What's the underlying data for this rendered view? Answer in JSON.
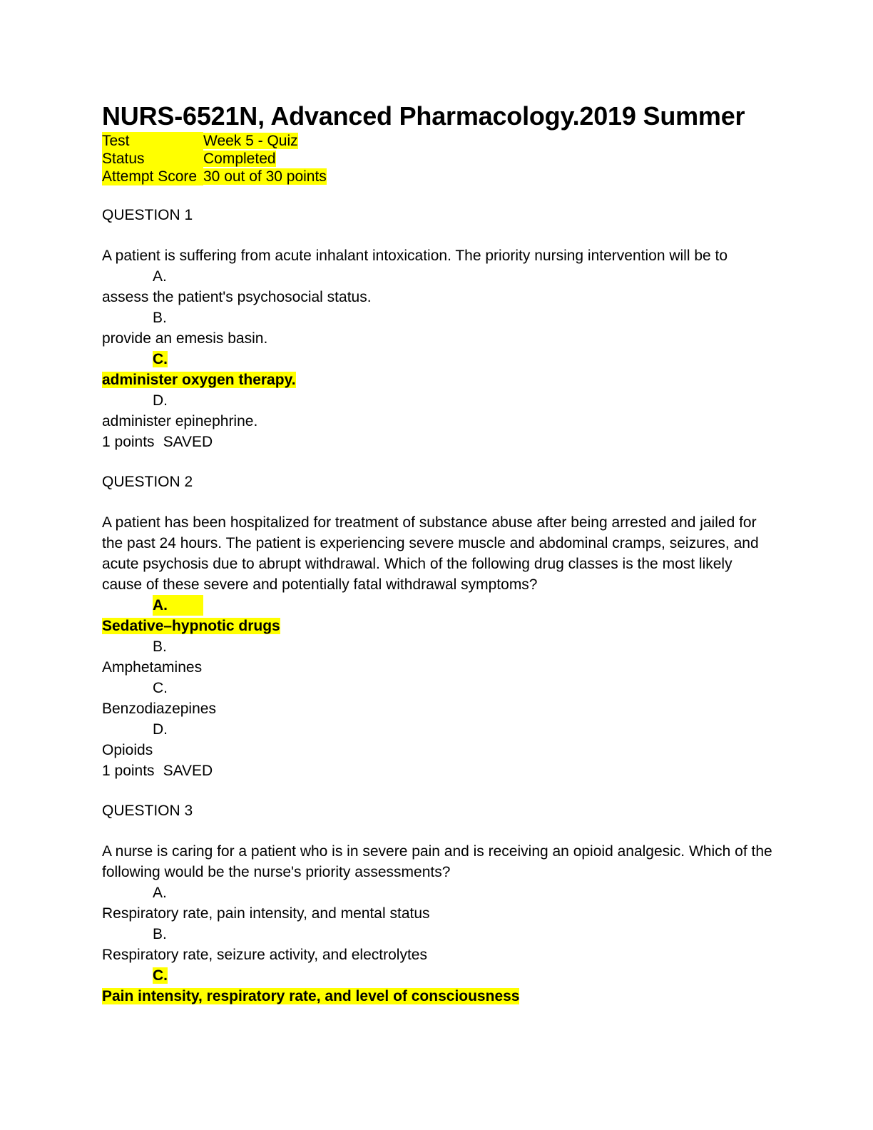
{
  "title": "NURS-6521N, Advanced Pharmacology.2019 Summer",
  "meta": [
    {
      "key": "Test",
      "value": "Week 5 - Quiz"
    },
    {
      "key": "Status",
      "value": "Completed"
    },
    {
      "key": "Attempt Score",
      "value": "30 out of 30 points"
    }
  ],
  "questions": [
    {
      "label": "QUESTION 1",
      "stem": "A patient is suffering from acute inhalant intoxication. The priority nursing intervention will be to",
      "options": [
        {
          "letter": "A.",
          "text": "assess the patient's psychosocial status."
        },
        {
          "letter": "B.",
          "text": "provide an emesis basin."
        },
        {
          "letter": "C.",
          "text": "administer oxygen therapy."
        },
        {
          "letter": "D.",
          "text": "administer epinephrine."
        }
      ],
      "points": "1 points",
      "status": "SAVED"
    },
    {
      "label": "QUESTION 2",
      "stem": "A patient has been hospitalized for treatment of substance abuse after being arrested and jailed for the past 24 hours. The patient is experiencing severe muscle and abdominal cramps, seizures, and acute psychosis due to abrupt withdrawal. Which of the following drug classes is the most likely cause of these severe and potentially fatal withdrawal symptoms?",
      "options": [
        {
          "letter": "A.",
          "text": "Sedative–hypnotic drugs"
        },
        {
          "letter": "B.",
          "text": "Amphetamines"
        },
        {
          "letter": "C.",
          "text": "Benzodiazepines"
        },
        {
          "letter": "D.",
          "text": "Opioids"
        }
      ],
      "points": "1 points",
      "status": "SAVED"
    },
    {
      "label": "QUESTION 3",
      "stem": "A nurse is caring for a patient who is in severe pain and is receiving an opioid analgesic. Which of the following would be the nurse's priority assessments?",
      "options": [
        {
          "letter": "A.",
          "text": "Respiratory rate, pain intensity, and mental status"
        },
        {
          "letter": "B.",
          "text": "Respiratory rate, seizure activity, and electrolytes"
        },
        {
          "letter": "C.",
          "text": "Pain intensity, respiratory rate, and level of consciousness"
        }
      ]
    }
  ],
  "highlight_color": "#ffff00"
}
